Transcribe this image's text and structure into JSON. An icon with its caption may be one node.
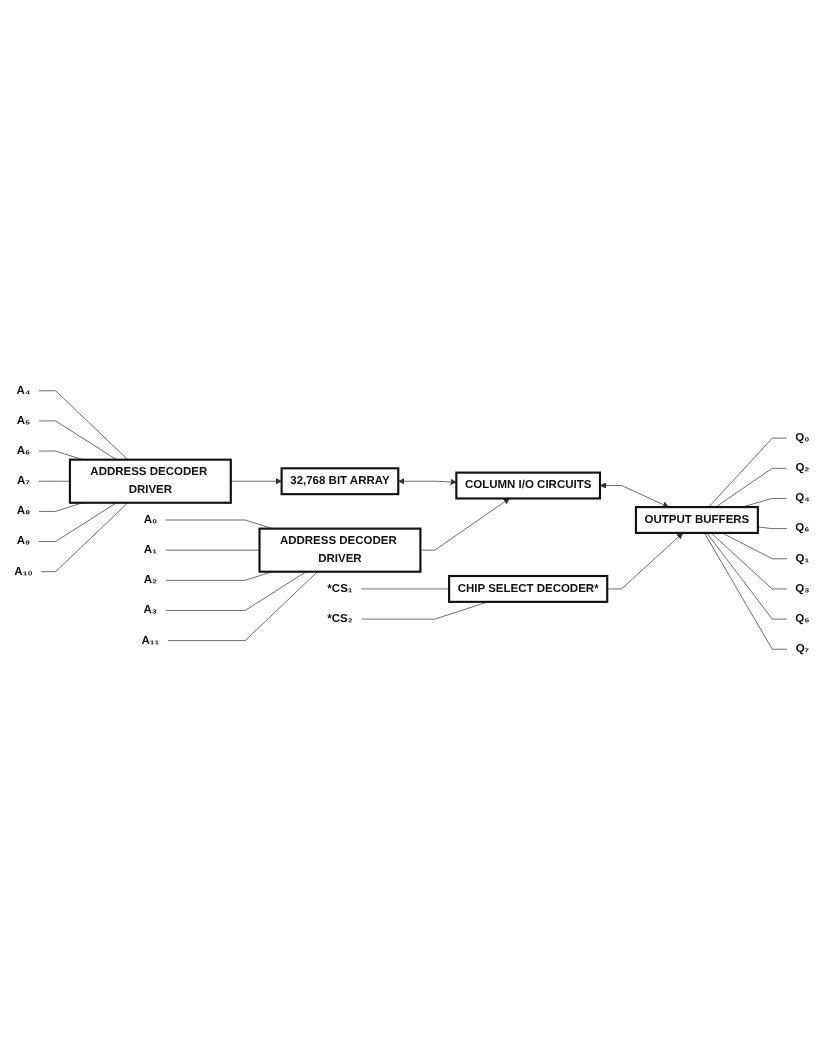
{
  "diagram": {
    "nodes": [
      {
        "text": [
          "A₄"
        ]
      },
      {
        "text": [
          "A₅"
        ]
      },
      {
        "text": [
          "A₆"
        ]
      },
      {
        "text": [
          "A₇"
        ]
      },
      {
        "text": [
          "A₈"
        ]
      },
      {
        "text": [
          "A₉"
        ]
      },
      {
        "text": [
          "A₁₀"
        ]
      },
      {
        "text": [
          "ADDRESS DECODER DRIVER"
        ]
      },
      {
        "text": [
          "32,768 BIT ARRAY"
        ]
      },
      {
        "text": [
          "A₀"
        ]
      },
      {
        "text": [
          "A₁"
        ]
      },
      {
        "text": [
          "A₂"
        ]
      },
      {
        "text": [
          "A₃"
        ]
      },
      {
        "text": [
          "A₁₁"
        ]
      },
      {
        "text": [
          "ADDRESS DECODER DRIVER"
        ]
      },
      {
        "text": [
          "COLUMN I/O CIRCUITS"
        ]
      },
      {
        "text": [
          "*CS₁"
        ]
      },
      {
        "text": [
          "*CS₂"
        ]
      },
      {
        "text": [
          "CHIP SELECT DECODER*"
        ]
      },
      {
        "text": [
          "OUTPUT BUFFERS"
        ]
      },
      {
        "text": [
          "Q₀"
        ]
      },
      {
        "text": [
          "Q₂"
        ]
      },
      {
        "text": [
          "Q₄"
        ]
      },
      {
        "text": [
          "Q₆"
        ]
      },
      {
        "text": [
          "Q₁"
        ]
      },
      {
        "text": [
          "Q₃"
        ]
      },
      {
        "text": [
          "Q₅"
        ]
      },
      {
        "text": [
          "Q₇"
        ]
      }
    ],
    "edges": [
      {
        "from": 0,
        "to": 7,
        "arrow": "none"
      },
      {
        "from": 1,
        "to": 7,
        "arrow": "none"
      },
      {
        "from": 2,
        "to": 7,
        "arrow": "none"
      },
      {
        "from": 3,
        "to": 7,
        "arrow": "none"
      },
      {
        "from": 4,
        "to": 7,
        "arrow": "none"
      },
      {
        "from": 5,
        "to": 7,
        "arrow": "none"
      },
      {
        "from": 6,
        "to": 7,
        "arrow": "none"
      },
      {
        "from": 7,
        "to": 8,
        "arrow": "to"
      },
      {
        "from": 8,
        "to": 15,
        "arrow": "both"
      },
      {
        "from": 9,
        "to": 14,
        "arrow": "none"
      },
      {
        "from": 10,
        "to": 14,
        "arrow": "none"
      },
      {
        "from": 11,
        "to": 14,
        "arrow": "none"
      },
      {
        "from": 12,
        "to": 14,
        "arrow": "none"
      },
      {
        "from": 13,
        "to": 14,
        "arrow": "none"
      },
      {
        "from": 14,
        "to": 15,
        "arrow": "to"
      },
      {
        "from": 15,
        "to": 19,
        "arrow": "both"
      },
      {
        "from": 16,
        "to": 18,
        "arrow": "none"
      },
      {
        "from": 17,
        "to": 18,
        "arrow": "none"
      },
      {
        "from": 18,
        "to": 19,
        "arrow": "to"
      },
      {
        "from": 19,
        "to": 20,
        "arrow": "none"
      },
      {
        "from": 19,
        "to": 21,
        "arrow": "none"
      },
      {
        "from": 19,
        "to": 22,
        "arrow": "none"
      },
      {
        "from": 19,
        "to": 23,
        "arrow": "none"
      },
      {
        "from": 19,
        "to": 24,
        "arrow": "none"
      },
      {
        "from": 19,
        "to": 25,
        "arrow": "none"
      },
      {
        "from": 19,
        "to": 26,
        "arrow": "none"
      },
      {
        "from": 19,
        "to": 27,
        "arrow": "none"
      }
    ]
  }
}
